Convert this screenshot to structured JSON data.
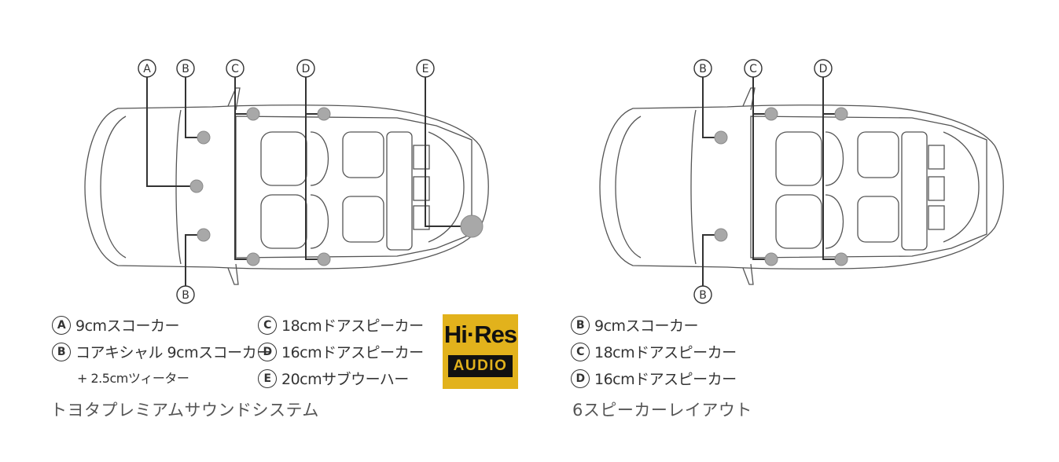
{
  "left": {
    "markers": [
      "A",
      "B",
      "C",
      "D",
      "E"
    ],
    "legend": [
      {
        "letter": "A",
        "text": "9cmスコーカー"
      },
      {
        "letter": "B",
        "text": "コアキシャル 9cmスコーカー",
        "sub": "+ 2.5cmツィーター"
      },
      {
        "letter": "C",
        "text": "18cmドアスピーカー"
      },
      {
        "letter": "D",
        "text": "16cmドアスピーカー"
      },
      {
        "letter": "E",
        "text": "20cmサブウーハー"
      }
    ],
    "caption": "トヨタプレミアムサウンドシステム",
    "badge": {
      "top": "Hi·Res",
      "bottom": "AUDIO",
      "color": "#e2b21c"
    }
  },
  "right": {
    "markers": [
      "B",
      "C",
      "D"
    ],
    "legend": [
      {
        "letter": "B",
        "text": "9cmスコーカー"
      },
      {
        "letter": "C",
        "text": "18cmドアスピーカー"
      },
      {
        "letter": "D",
        "text": "16cmドアスピーカー"
      }
    ],
    "caption": "6スピーカーレイアウト"
  }
}
